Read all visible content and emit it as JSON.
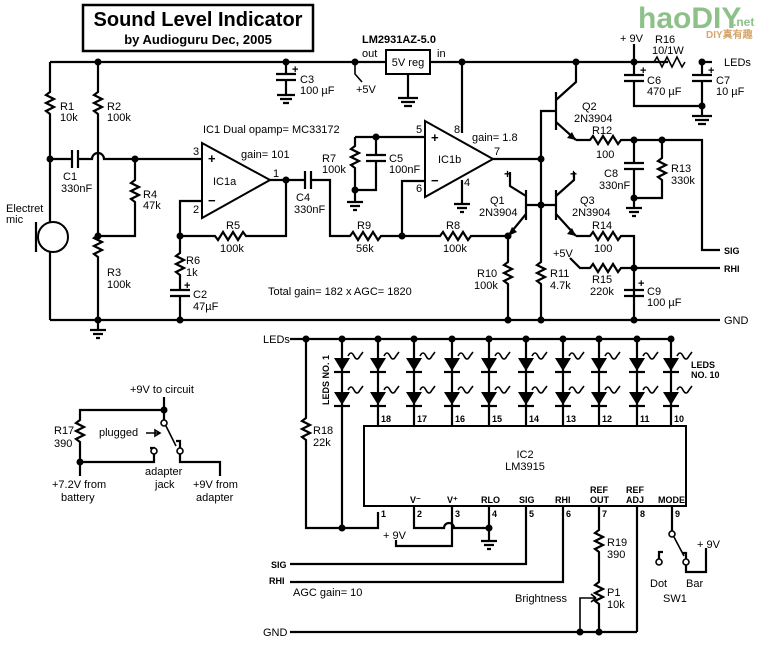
{
  "title": {
    "main": "Sound Level Indicator",
    "byline": "by Audioguru Dec, 2005"
  },
  "watermark": {
    "logo": "haoDIY",
    "suffix": ".net",
    "tagline": "DIY真有趣",
    "colors": {
      "logo": "#8ec18a",
      "tagline": "#d8a66a"
    }
  },
  "regulator": {
    "part": "LM2931AZ-5.0",
    "box_label": "5V reg",
    "out_label": "out",
    "in_label": "in",
    "out_voltage": "+5V"
  },
  "components": {
    "R1": {
      "name": "R1",
      "value": "10k"
    },
    "R2": {
      "name": "R2",
      "value": "100k"
    },
    "R3": {
      "name": "R3",
      "value": "100k"
    },
    "R4": {
      "name": "R4",
      "value": "47k"
    },
    "R5": {
      "name": "R5",
      "value": "100k"
    },
    "R6": {
      "name": "R6",
      "value": "1k"
    },
    "R7": {
      "name": "R7",
      "value": "100k"
    },
    "R8": {
      "name": "R8",
      "value": "100k"
    },
    "R9": {
      "name": "R9",
      "value": "56k"
    },
    "R10": {
      "name": "R10",
      "value": "100k"
    },
    "R11": {
      "name": "R11",
      "value": "4.7k"
    },
    "R12": {
      "name": "R12",
      "value": "100"
    },
    "R13": {
      "name": "R13",
      "value": "330k"
    },
    "R14": {
      "name": "R14",
      "value": "100"
    },
    "R15": {
      "name": "R15",
      "value": "220k"
    },
    "R16": {
      "name": "R16",
      "value": "10/1W"
    },
    "R17": {
      "name": "R17",
      "value": "390"
    },
    "R18": {
      "name": "R18",
      "value": "22k"
    },
    "R19": {
      "name": "R19",
      "value": "390"
    },
    "P1": {
      "name": "P1",
      "value": "10k"
    },
    "C1": {
      "name": "C1",
      "value": "330nF"
    },
    "C2": {
      "name": "C2",
      "value": "47µF"
    },
    "C3": {
      "name": "C3",
      "value": "100 µF"
    },
    "C4": {
      "name": "C4",
      "value": "330nF"
    },
    "C5": {
      "name": "C5",
      "value": "100nF"
    },
    "C6": {
      "name": "C6",
      "value": "470 µF"
    },
    "C7": {
      "name": "C7",
      "value": "10 µF"
    },
    "C8": {
      "name": "C8",
      "value": "330nF"
    },
    "C9": {
      "name": "C9",
      "value": "100 µF"
    },
    "Q1": {
      "name": "Q1",
      "value": "2N3904"
    },
    "Q2": {
      "name": "Q2",
      "value": "2N3904"
    },
    "Q3": {
      "name": "Q3",
      "value": "2N3904"
    },
    "SW1": {
      "name": "SW1"
    }
  },
  "ic1": {
    "title": "IC1  Dual opamp= MC33172",
    "a_label": "IC1a",
    "b_label": "IC1b",
    "a_gain": "gain= 101",
    "b_gain": "gain= 1.8",
    "pins": {
      "p1": "1",
      "p2": "2",
      "p3": "3",
      "p4": "4",
      "p5": "5",
      "p6": "6",
      "p7": "7",
      "p8": "8"
    }
  },
  "ic2": {
    "name": "IC2",
    "part": "LM3915",
    "top_pins": [
      "18",
      "17",
      "16",
      "15",
      "14",
      "13",
      "12",
      "11",
      "10"
    ],
    "bottom_pins": [
      "1",
      "2",
      "3",
      "4",
      "5",
      "6",
      "7",
      "8",
      "9"
    ],
    "pin_labels": {
      "vminus": "V⁻",
      "vplus": "V⁺",
      "rlo": "RLO",
      "sig": "SIG",
      "rhi": "RHI",
      "refout1": "REF",
      "refout2": "OUT",
      "refadj1": "REF",
      "refadj2": "ADJ",
      "mode": "MODE"
    }
  },
  "labels": {
    "mic": [
      "Electret",
      "mic"
    ],
    "total_gain": "Total gain= 182 x AGC= 1820",
    "agc_gain": "AGC gain= 10",
    "plus9v": "+ 9V",
    "plus5v": "+5V",
    "plus": "+",
    "minus": "−",
    "leds": "LEDs",
    "sig": "SIG",
    "rhi": "RHI",
    "gnd": "GND",
    "leds_no1": "LEDS NO. 1",
    "leds_no10": [
      "LEDS",
      "NO. 10"
    ],
    "brightness": "Brightness",
    "dot": "Dot",
    "bar": "Bar",
    "power": {
      "to_circuit": "+9V to circuit",
      "plugged": "plugged",
      "adapter_jack": [
        "adapter",
        "jack"
      ],
      "battery": [
        "+7.2V from",
        "battery"
      ],
      "adapter": [
        "+9V from",
        "adapter"
      ]
    }
  }
}
